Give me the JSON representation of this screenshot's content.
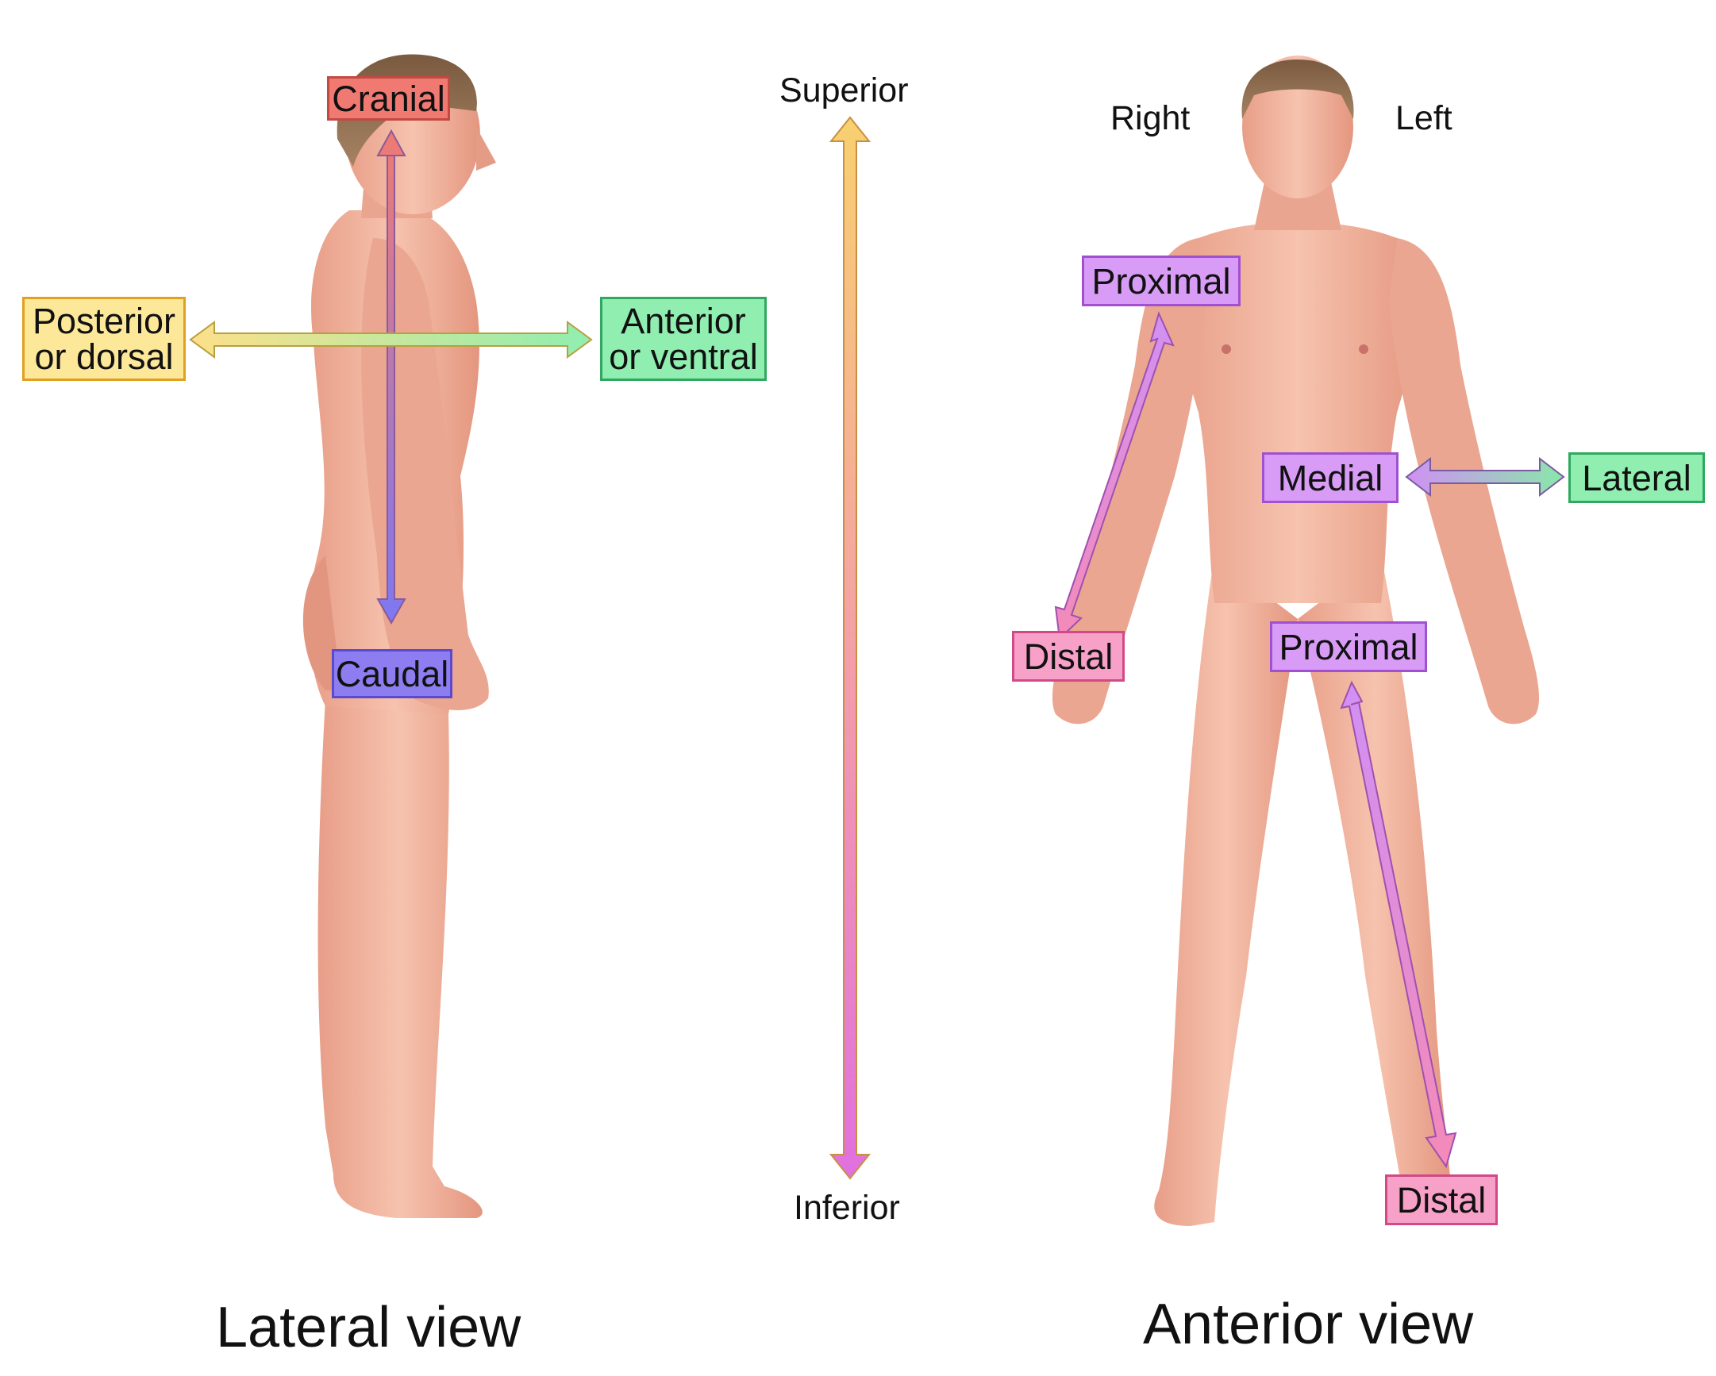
{
  "colors": {
    "cranial_fill": "#f07a72",
    "cranial_border": "#c24a42",
    "caudal_fill": "#8c7ef0",
    "caudal_border": "#5a4ad0",
    "posterior_fill": "#fde89a",
    "posterior_border": "#e0a020",
    "anterior_fill": "#90eeb0",
    "anterior_border": "#30a860",
    "proximal_fill": "#d89cf6",
    "proximal_border": "#a050d0",
    "distal_fill": "#f7a0c8",
    "distal_border": "#d04a88",
    "medial_fill": "#d89cf6",
    "lateral_fill": "#90eeb0",
    "skin": "#f0b49e"
  },
  "lateral_view": {
    "caption": "Lateral view",
    "cranial": "Cranial",
    "caudal": "Caudal",
    "posterior_line1": "Posterior",
    "posterior_line2": "or dorsal",
    "anterior_line1": "Anterior",
    "anterior_line2": "or ventral"
  },
  "center_axis": {
    "superior": "Superior",
    "inferior": "Inferior"
  },
  "anterior_view": {
    "caption": "Anterior view",
    "right": "Right",
    "left": "Left",
    "arm_proximal": "Proximal",
    "arm_distal": "Distal",
    "medial": "Medial",
    "lateral": "Lateral",
    "leg_proximal": "Proximal",
    "leg_distal": "Distal"
  }
}
